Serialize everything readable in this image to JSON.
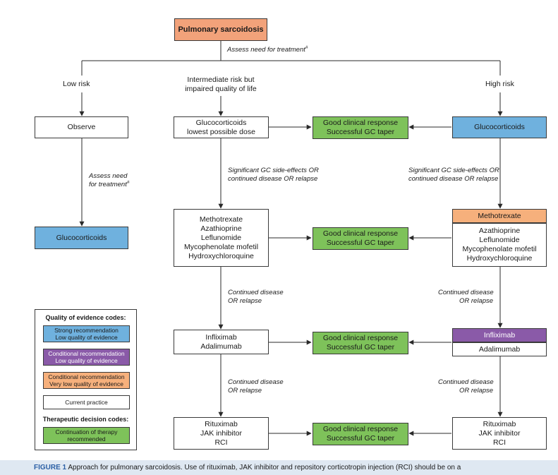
{
  "top": {
    "title": "Pulmonary sarcoidosis",
    "assess": "Assess need for treatment",
    "assess_sup": "#"
  },
  "branches": {
    "low": "Low risk",
    "intermediate": [
      "Intermediate risk but",
      "impaired quality of life"
    ],
    "high": "High risk"
  },
  "low_col": {
    "observe": "Observe",
    "assess": [
      "Assess need",
      "for treatment"
    ],
    "assess_sup": "#",
    "gc": "Glucocorticoids"
  },
  "mid_col": {
    "gc": [
      "Glucocorticoids",
      "lowest possible dose"
    ],
    "note1": [
      "Significant GC side-effects OR",
      "continued disease OR relapse"
    ],
    "second_line": [
      "Methotrexate",
      "Azathioprine",
      "Leflunomide",
      "Mycophenolate mofetil",
      "Hydroxychloroquine"
    ],
    "note2": [
      "Continued disease",
      "OR relapse"
    ],
    "third_line": [
      "Infliximab",
      "Adalimumab"
    ],
    "note3": [
      "Continued disease",
      "OR relapse"
    ],
    "fourth_line": [
      "Rituximab",
      "JAK inhibitor",
      "RCI"
    ]
  },
  "response": [
    "Good clinical response",
    "Successful GC taper"
  ],
  "high_col": {
    "gc": "Glucocorticoids",
    "note1": [
      "Significant GC side-effects OR",
      "continued disease OR relapse"
    ],
    "mtx": "Methotrexate",
    "second_line_rest": [
      "Azathioprine",
      "Leflunomide",
      "Mycophenolate mofetil",
      "Hydroxychloroquine"
    ],
    "note2": [
      "Continued disease",
      "OR relapse"
    ],
    "ifx": "Infliximab",
    "ada": "Adalimumab",
    "note3": [
      "Continued disease",
      "OR relapse"
    ],
    "fourth_line": [
      "Rituximab",
      "JAK inhibitor",
      "RCI"
    ]
  },
  "legend": {
    "title1": "Quality of evidence codes:",
    "strong": [
      "Strong recommendation",
      "Low quality of evidence"
    ],
    "cond_low": [
      "Conditional recommendation",
      "Low quality of evidence"
    ],
    "cond_vlow": [
      "Conditional recommendation",
      "Very low quality of evidence"
    ],
    "current": "Current practice",
    "title2": "Therapeutic decision codes:",
    "continuation": [
      "Continuation of therapy",
      "recommended"
    ]
  },
  "caption": {
    "label": "FIGURE 1",
    "text": "Approach for pulmonary sarcoidosis. Use of rituximab, JAK inhibitor and repository corticotropin injection (RCI) should be on a"
  },
  "colors": {
    "title_box": "#f2a27a",
    "strong": "#6fb1de",
    "conditional_low": "#8a5aa8",
    "conditional_very_low": "#f6b07c",
    "continuation": "#7ec25a",
    "caption_band": "#dfe8f2"
  }
}
